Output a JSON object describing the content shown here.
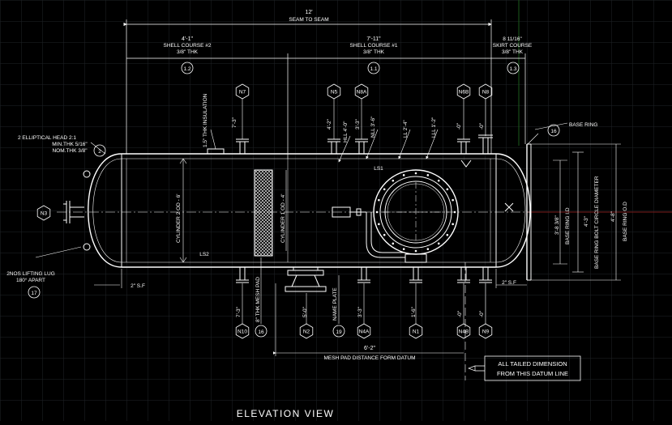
{
  "title": "ELEVATION VIEW",
  "colors": {
    "background": "#000000",
    "lines": "#ffffff",
    "grid": "#202428",
    "axis_red": "#7a1c1c",
    "axis_green": "#1d5a1d"
  },
  "dims": {
    "seam_value": "12'",
    "seam_label": "SEAM TO SEAM",
    "shell2_value": "4'-1\"",
    "shell2_label": "SHELL COURSE #2",
    "shell2_thk": "3/8\" THK",
    "shell2_tag": "1.2",
    "shell1_value": "7'-11\"",
    "shell1_label": "SHELL COURSE #1",
    "shell1_thk": "3/8\" THK",
    "shell1_tag": "1.1",
    "skirt_value": "8 11/16\"",
    "skirt_label": "SKIRT COURSE",
    "skirt_thk": "3/8\" THK",
    "skirt_tag": "1.3",
    "sf_left": "2\" S.F",
    "sf_right": "2\" S.F",
    "mesh_value": "6'-2\"",
    "mesh_label": "MESH PAD DISTANCE FORM DATUM"
  },
  "vertical_labels": {
    "insulation": "1.5\" THK INSULATION",
    "n7_top": "7'-3\"",
    "n5_top": "4'-2\"",
    "hll": "HLL 4'-0\"",
    "n8a_top": "3'-3\"",
    "nll": "NLL 3'-6\"",
    "ll": "LL 2'-4\"",
    "lll": "LLL 1'-2\"",
    "n6b_top": "-0\"",
    "n8_top": "-0\"",
    "cyl2": "CYLINDER 2 OD - 6'",
    "cyl1": "CYLINDER 1 OD - 4'",
    "base_id": "3'-8 3/8\"",
    "base_id_label": "BASE RING I.D",
    "bolt_circle": "4'-3\"",
    "bolt_circle_label": "BASE RING BOLT CIRCLE DIAMETER",
    "base_od": "4'-8\"",
    "base_od_label": "BASE RING O.D",
    "n10_bot": "7'-3\"",
    "mesh_pad": "8\" THK MESH PAD",
    "n2_bot": "5'-0\"",
    "name_plate": "NAME PLATE",
    "n4a_bot": "3'-3\"",
    "n1_bot": "1'-6\"",
    "n4b_bot": "-0\"",
    "n9_bot": "-0\""
  },
  "callouts": {
    "head_line1": "2 ELLIPTICAL HEAD 2:1",
    "head_line2": "MIN.THK 5/16\"",
    "head_line3": "NOM.THK 3/8\"",
    "head_tag": "2",
    "lug_line1": "2NOS LIFTING LUG",
    "lug_line2": "180° APART",
    "lug_tag": "17",
    "base_ring": "BASE RING",
    "base_ring_tag": "16",
    "mesh_tag": "16",
    "name_plate_tag": "19",
    "ls1": "LS1",
    "ls2": "LS2",
    "datum_line1": "ALL TAILED DIMENSION",
    "datum_line2": "FROM THIS DATUM LINE"
  },
  "nozzles_top": [
    "N7",
    "N5",
    "N8A",
    "N6B",
    "N8"
  ],
  "nozzles_bottom": [
    "N10",
    "N2",
    "N4A",
    "N1",
    "N4B",
    "N9"
  ],
  "nozzle_left": "N3"
}
